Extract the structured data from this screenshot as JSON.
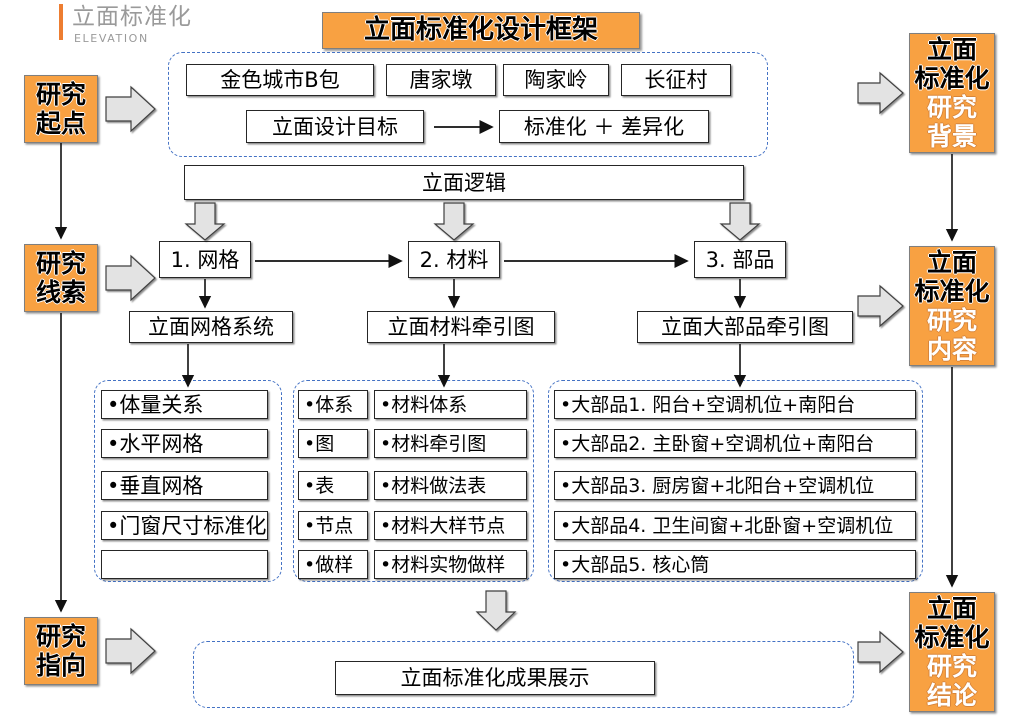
{
  "brand": {
    "cn": "立面标准化",
    "en": "ELEVATION",
    "accent_color": "#ED7D31"
  },
  "title_banner": {
    "label": "立面标准化设计框架",
    "fill": "#F8A142"
  },
  "left_stages": [
    {
      "line1": "研究",
      "line2": "起点"
    },
    {
      "line1": "研究",
      "line2": "线索"
    },
    {
      "line1": "研究",
      "line2": "指向"
    }
  ],
  "right_stages": [
    {
      "line1": "立面",
      "line2": "标准化",
      "line3": "研究",
      "line4": "背景"
    },
    {
      "line1": "立面",
      "line2": "标准化",
      "line3": "研究",
      "line4": "内容"
    },
    {
      "line1": "立面",
      "line2": "标准化",
      "line3": "研究",
      "line4": "结论"
    }
  ],
  "section_projects": {
    "projects": [
      "金色城市B包",
      "唐家墩",
      "陶家岭",
      "长征村"
    ],
    "goal_label": "立面设计目标",
    "goal_result": "标准化 ＋ 差异化"
  },
  "logic_bar": {
    "label": "立面逻辑"
  },
  "pillars": [
    {
      "label": "1. 网格"
    },
    {
      "label": "2. 材料"
    },
    {
      "label": "3. 部品"
    }
  ],
  "deliverables": [
    {
      "label": "立面网格系统"
    },
    {
      "label": "立面材料牵引图"
    },
    {
      "label": "立面大部品牵引图"
    }
  ],
  "grid_items": [
    {
      "label": "•体量关系"
    },
    {
      "label": "•水平网格"
    },
    {
      "label": "•垂直网格"
    },
    {
      "label": "•门窗尺寸标准化"
    },
    {
      "label": ""
    }
  ],
  "material_items": [
    {
      "key": "•体系",
      "value": "•材料体系"
    },
    {
      "key": "•图",
      "value": "•材料牵引图"
    },
    {
      "key": "•表",
      "value": "•材料做法表"
    },
    {
      "key": "•节点",
      "value": "•材料大样节点"
    },
    {
      "key": "•做样",
      "value": "•材料实物做样"
    }
  ],
  "component_items": [
    {
      "label": "•大部品1. 阳台+空调机位+南阳台"
    },
    {
      "label": "•大部品2. 主卧窗+空调机位+南阳台"
    },
    {
      "label": "•大部品3. 厨房窗+北阳台+空调机位"
    },
    {
      "label": "•大部品4. 卫生间窗+北卧窗+空调机位"
    },
    {
      "label": "•大部品5. 核心筒"
    }
  ],
  "outcome": {
    "label": "立面标准化成果展示"
  },
  "icons": {
    "block_arrow_right": "block-arrow-right-icon",
    "block_arrow_down": "block-arrow-down-icon",
    "line_arrow_right": "line-arrow-right-icon",
    "line_arrow_down": "line-arrow-down-icon"
  },
  "colors": {
    "orange": "#F8A142",
    "accent_bar": "#ED7D31",
    "dashed_border": "#4472C4",
    "gray_arrow_fill": "#E3E3E3",
    "gray_arrow_stroke": "#404040",
    "box_border": "#262626"
  }
}
